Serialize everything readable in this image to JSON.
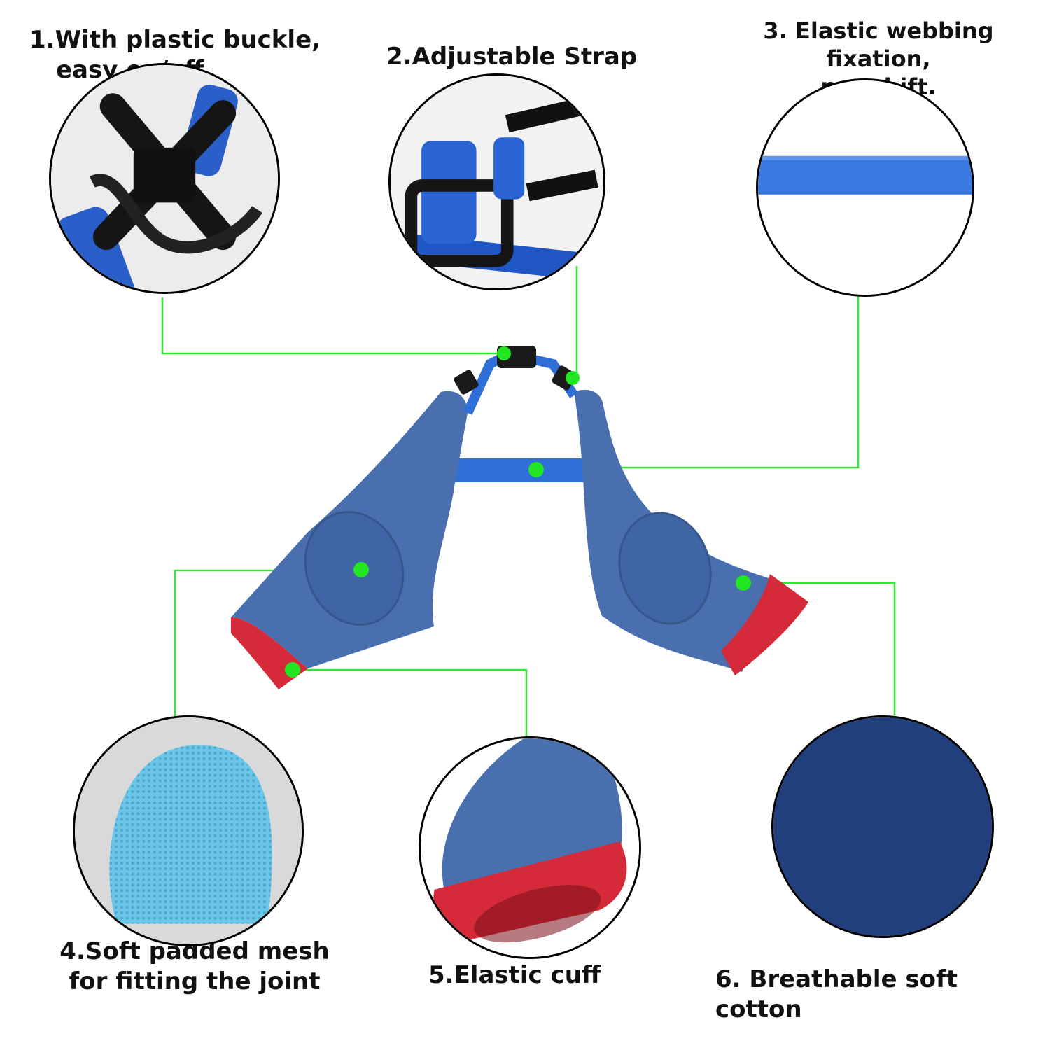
{
  "features": [
    {
      "number": "1.",
      "line1": "With plastic buckle,",
      "line2": "easy on/off",
      "icon": "buckle-icon"
    },
    {
      "number": "2.",
      "line1": "Adjustable Strap",
      "line2": "",
      "icon": "strap-icon"
    },
    {
      "number": "3.",
      "line1": "Elastic webbing fixation,",
      "line2": "not shift.",
      "icon": "webbing-icon"
    },
    {
      "number": "4.",
      "line1": "Soft padded mesh",
      "line2": "for fitting the joint",
      "icon": "mesh-pad-icon"
    },
    {
      "number": "5.",
      "line1": "Elastic cuff",
      "line2": "",
      "icon": "cuff-icon"
    },
    {
      "number": "6.",
      "line1": "Breathable soft cotton",
      "line2": "",
      "icon": "cotton-fabric-icon"
    }
  ],
  "colors": {
    "connector": "#33e633",
    "fabric": "#4a6fae",
    "cuff": "#d42a3a",
    "strap": "#2f6fd8",
    "buckle": "#1a1a1a",
    "mesh": "#6cc6e8",
    "cotton": "#1f3b78"
  }
}
